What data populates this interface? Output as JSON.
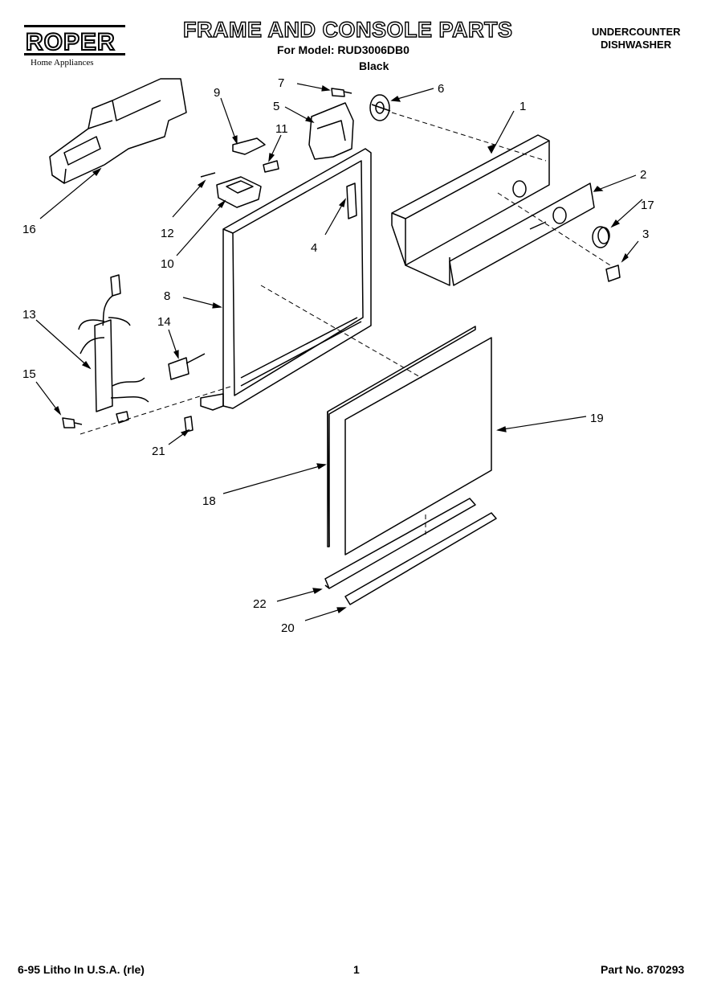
{
  "header": {
    "brand": "ROPER",
    "brand_sub": "Home Appliances",
    "title": "FRAME AND CONSOLE PARTS",
    "model_line": "For Model: RUD3006DB0",
    "color_line": "Black",
    "product_line1": "UNDERCOUNTER",
    "product_line2": "DISHWASHER"
  },
  "footer": {
    "print_info": "6-95 Litho In U.S.A. (rle)",
    "page_number": "1",
    "part_number": "Part No. 870293"
  },
  "callouts": [
    "1",
    "2",
    "3",
    "4",
    "5",
    "6",
    "7",
    "8",
    "9",
    "10",
    "11",
    "12",
    "13",
    "14",
    "15",
    "16",
    "17",
    "18",
    "19",
    "20",
    "21",
    "22"
  ]
}
